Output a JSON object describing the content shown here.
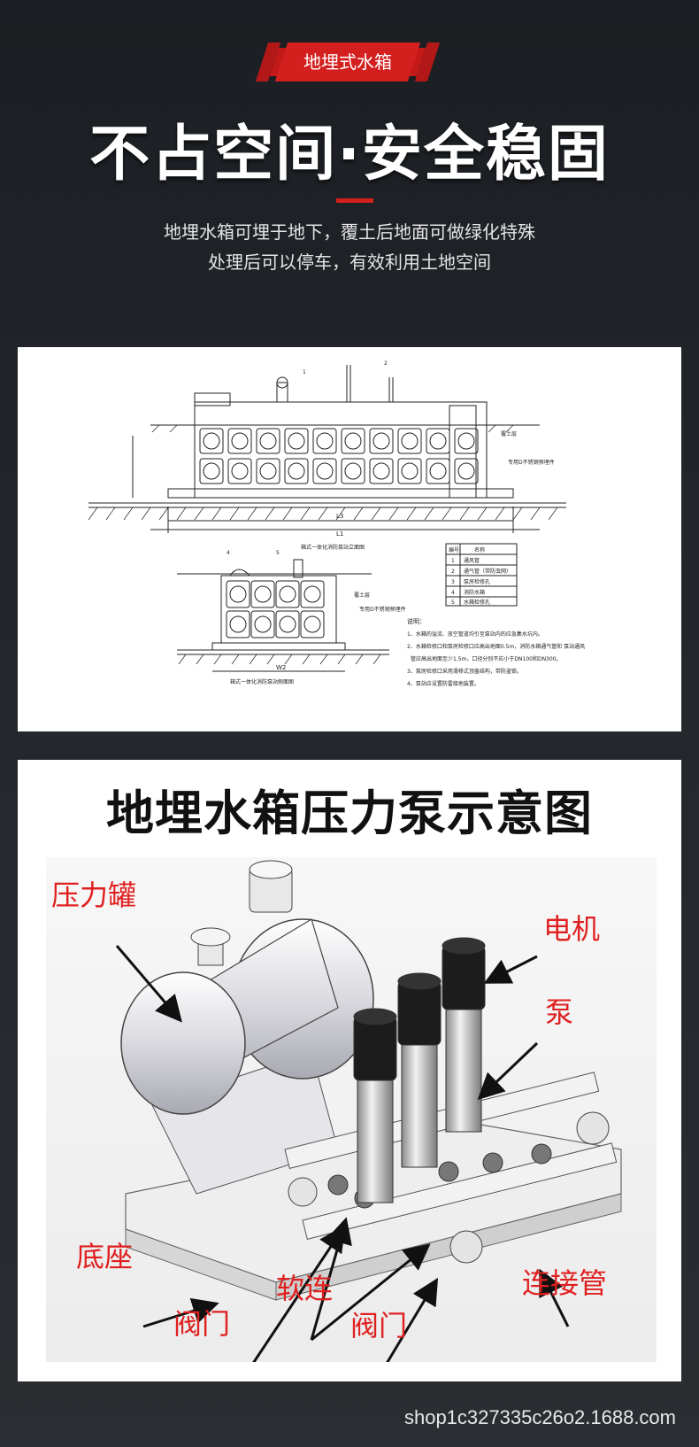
{
  "header": {
    "tag": "地埋式水箱",
    "headline": "不占空间·安全稳固",
    "description_line1": "地埋水箱可埋于地下，覆土后地面可做绿化特殊",
    "description_line2": "处理后可以停车，有效利用土地空间"
  },
  "drawing": {
    "elevation_caption": "箱式一体化消防泵站立面图",
    "side_caption": "箱式一体化消防泵站侧面图",
    "soil_label": "覆土层",
    "pipe_label": "专用D不锈钢预埋件",
    "dim_labels": [
      "L1",
      "L3",
      "W2"
    ],
    "legend_header": [
      "编号",
      "名称"
    ],
    "legend_rows": [
      [
        "1",
        "通风管"
      ],
      [
        "2",
        "通气管（带防虫网）"
      ],
      [
        "3",
        "泵房检修孔"
      ],
      [
        "4",
        "消防水箱"
      ],
      [
        "5",
        "水箱检修孔"
      ]
    ],
    "notes_title": "说明：",
    "notes": [
      "1、水箱的溢流、放空管道均引至泵站内的应急集水坑内。",
      "2、水箱检修口和泵房检修口应高出地面0.5m，消防水箱通气管和 泵站通风",
      "管应高出地面至少1.5m，口径分别不应小于DN100和DN300。",
      "3、泵房检修口采用滑移式顶盖结构，带防盗锁。",
      "4、泵站应设置防雷接地装置。"
    ]
  },
  "schematic": {
    "title": "地埋水箱压力泵示意图",
    "labels": {
      "tank": "压力罐",
      "motor": "电机",
      "pump": "泵",
      "base": "底座",
      "valve_left": "阀门",
      "soft_joint": "软连",
      "valve_right": "阀门",
      "pipe": "连接管"
    },
    "label_color": "#e02020"
  },
  "footer": {
    "shop": "shop1c327335c26o2.1688.com"
  }
}
